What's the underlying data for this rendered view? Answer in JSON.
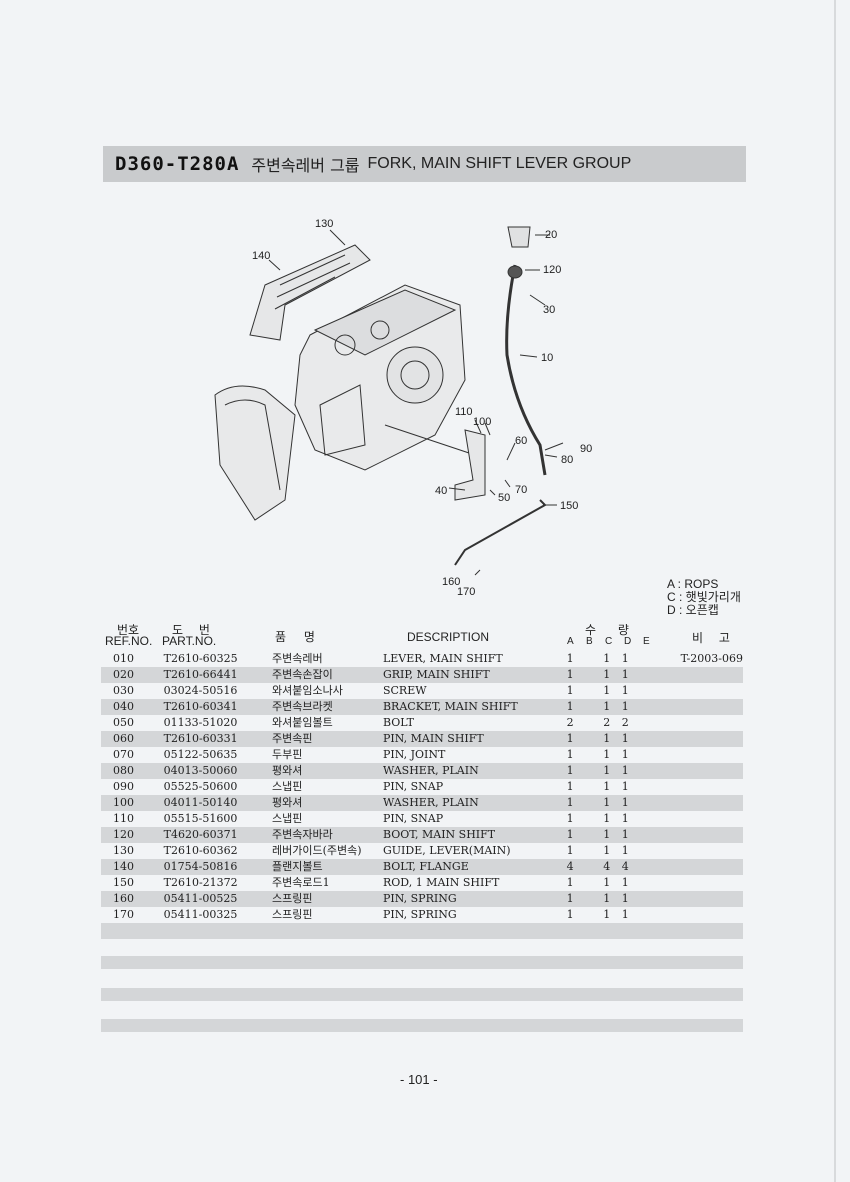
{
  "title": {
    "code": "D360-T280A",
    "korean": "주변속레버 그룹",
    "english": "FORK, MAIN SHIFT LEVER GROUP"
  },
  "callouts": [
    "130",
    "140",
    "20",
    "120",
    "30",
    "10",
    "110",
    "100",
    "60",
    "90",
    "80",
    "40",
    "50",
    "70",
    "150",
    "160",
    "170"
  ],
  "legend": [
    "A : ROPS",
    "C : 햇빛가리개",
    "D : 오픈캡"
  ],
  "headers": {
    "ref_ko": "번호",
    "ref_en": "REF.NO.",
    "part_ko": "도 번",
    "part_en": "PART.NO.",
    "name_ko": "품 명",
    "desc": "DESCRIPTION",
    "qty_ko": "수 량",
    "qty_cols": [
      "A",
      "B",
      "C",
      "D",
      "E"
    ],
    "note_ko": "비 고"
  },
  "rows": [
    {
      "ref": "010",
      "part": "T2610-60325",
      "name": "주변속레버",
      "desc": "LEVER, MAIN SHIFT",
      "a": "1",
      "b": "",
      "c": "1",
      "d": "1",
      "e": "",
      "note": "T-2003-069"
    },
    {
      "ref": "020",
      "part": "T2610-66441",
      "name": "주변속손잡이",
      "desc": "GRIP, MAIN SHIFT",
      "a": "1",
      "b": "",
      "c": "1",
      "d": "1",
      "e": "",
      "note": ""
    },
    {
      "ref": "030",
      "part": "03024-50516",
      "name": "와셔붙임소나사",
      "desc": "SCREW",
      "a": "1",
      "b": "",
      "c": "1",
      "d": "1",
      "e": "",
      "note": ""
    },
    {
      "ref": "040",
      "part": "T2610-60341",
      "name": "주변속브라켓",
      "desc": "BRACKET, MAIN SHIFT",
      "a": "1",
      "b": "",
      "c": "1",
      "d": "1",
      "e": "",
      "note": ""
    },
    {
      "ref": "050",
      "part": "01133-51020",
      "name": "와셔붙임볼트",
      "desc": "BOLT",
      "a": "2",
      "b": "",
      "c": "2",
      "d": "2",
      "e": "",
      "note": ""
    },
    {
      "ref": "060",
      "part": "T2610-60331",
      "name": "주변속핀",
      "desc": "PIN, MAIN SHIFT",
      "a": "1",
      "b": "",
      "c": "1",
      "d": "1",
      "e": "",
      "note": ""
    },
    {
      "ref": "070",
      "part": "05122-50635",
      "name": "두부핀",
      "desc": "PIN, JOINT",
      "a": "1",
      "b": "",
      "c": "1",
      "d": "1",
      "e": "",
      "note": ""
    },
    {
      "ref": "080",
      "part": "04013-50060",
      "name": "평와셔",
      "desc": "WASHER, PLAIN",
      "a": "1",
      "b": "",
      "c": "1",
      "d": "1",
      "e": "",
      "note": ""
    },
    {
      "ref": "090",
      "part": "05525-50600",
      "name": "스냅핀",
      "desc": "PIN, SNAP",
      "a": "1",
      "b": "",
      "c": "1",
      "d": "1",
      "e": "",
      "note": ""
    },
    {
      "ref": "100",
      "part": "04011-50140",
      "name": "평와셔",
      "desc": "WASHER, PLAIN",
      "a": "1",
      "b": "",
      "c": "1",
      "d": "1",
      "e": "",
      "note": ""
    },
    {
      "ref": "110",
      "part": "05515-51600",
      "name": "스냅핀",
      "desc": "PIN, SNAP",
      "a": "1",
      "b": "",
      "c": "1",
      "d": "1",
      "e": "",
      "note": ""
    },
    {
      "ref": "120",
      "part": "T4620-60371",
      "name": "주변속자바라",
      "desc": "BOOT, MAIN SHIFT",
      "a": "1",
      "b": "",
      "c": "1",
      "d": "1",
      "e": "",
      "note": ""
    },
    {
      "ref": "130",
      "part": "T2610-60362",
      "name": "레버가이드(주변속)",
      "desc": "GUIDE, LEVER(MAIN)",
      "a": "1",
      "b": "",
      "c": "1",
      "d": "1",
      "e": "",
      "note": ""
    },
    {
      "ref": "140",
      "part": "01754-50816",
      "name": "플랜지볼트",
      "desc": "BOLT, FLANGE",
      "a": "4",
      "b": "",
      "c": "4",
      "d": "4",
      "e": "",
      "note": ""
    },
    {
      "ref": "150",
      "part": "T2610-21372",
      "name": "주변속로드1",
      "desc": "ROD, 1 MAIN SHIFT",
      "a": "1",
      "b": "",
      "c": "1",
      "d": "1",
      "e": "",
      "note": ""
    },
    {
      "ref": "160",
      "part": "05411-00525",
      "name": "스프링핀",
      "desc": "PIN, SPRING",
      "a": "1",
      "b": "",
      "c": "1",
      "d": "1",
      "e": "",
      "note": ""
    },
    {
      "ref": "170",
      "part": "05411-00325",
      "name": "스프링핀",
      "desc": "PIN, SPRING",
      "a": "1",
      "b": "",
      "c": "1",
      "d": "1",
      "e": "",
      "note": ""
    }
  ],
  "page_number": "- 101 -"
}
